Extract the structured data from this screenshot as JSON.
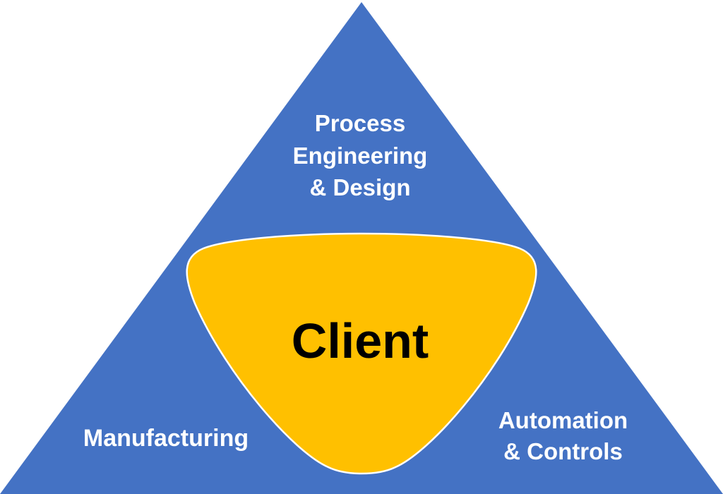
{
  "colors": {
    "triangle_fill": "#4472c4",
    "center_fill": "#ffc000",
    "center_outline": "#ffffff",
    "outer_label_color": "#ffffff",
    "center_label_color": "#000000"
  },
  "diagram": {
    "center": {
      "label": "Client"
    },
    "top": {
      "lines": [
        "Process",
        "Engineering",
        "& Design"
      ]
    },
    "left": {
      "label": "Manufacturing"
    },
    "right": {
      "lines": [
        "Automation",
        "& Controls"
      ]
    }
  }
}
